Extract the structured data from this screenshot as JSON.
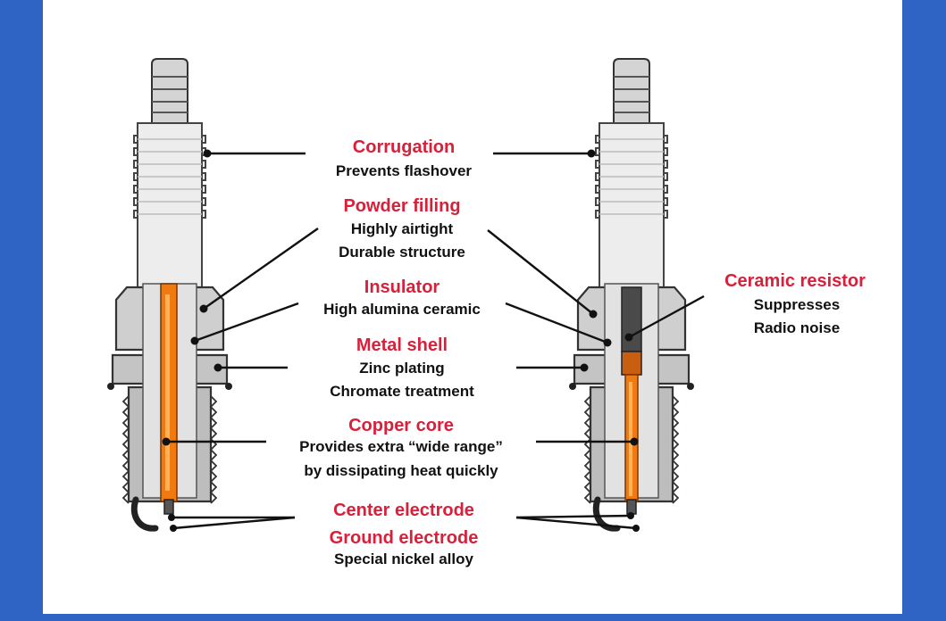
{
  "labels": {
    "corrugation": {
      "title": "Corrugation",
      "lines": [
        "Prevents flashover"
      ]
    },
    "powder_filling": {
      "title": "Powder filling",
      "lines": [
        "Highly airtight",
        "Durable structure"
      ]
    },
    "insulator": {
      "title": "Insulator",
      "lines": [
        "High alumina ceramic"
      ]
    },
    "metal_shell": {
      "title": "Metal shell",
      "lines": [
        "Zinc plating",
        "Chromate treatment"
      ]
    },
    "copper_core": {
      "title": "Copper core",
      "lines": [
        "Provides extra “wide range”",
        "by dissipating heat quickly"
      ]
    },
    "center_electrode": {
      "title": "Center electrode"
    },
    "ground_electrode": {
      "title": "Ground electrode",
      "lines": [
        "Special nickel alloy"
      ]
    },
    "ceramic_resistor": {
      "title": "Ceramic resistor",
      "lines": [
        "Suppresses",
        "Radio noise"
      ]
    }
  },
  "colors": {
    "frame": "#2f63c4",
    "title_red": "#d8203a",
    "copper": "#f07a10",
    "ceramic": "#ececec",
    "metal": "#c8c8c8"
  }
}
